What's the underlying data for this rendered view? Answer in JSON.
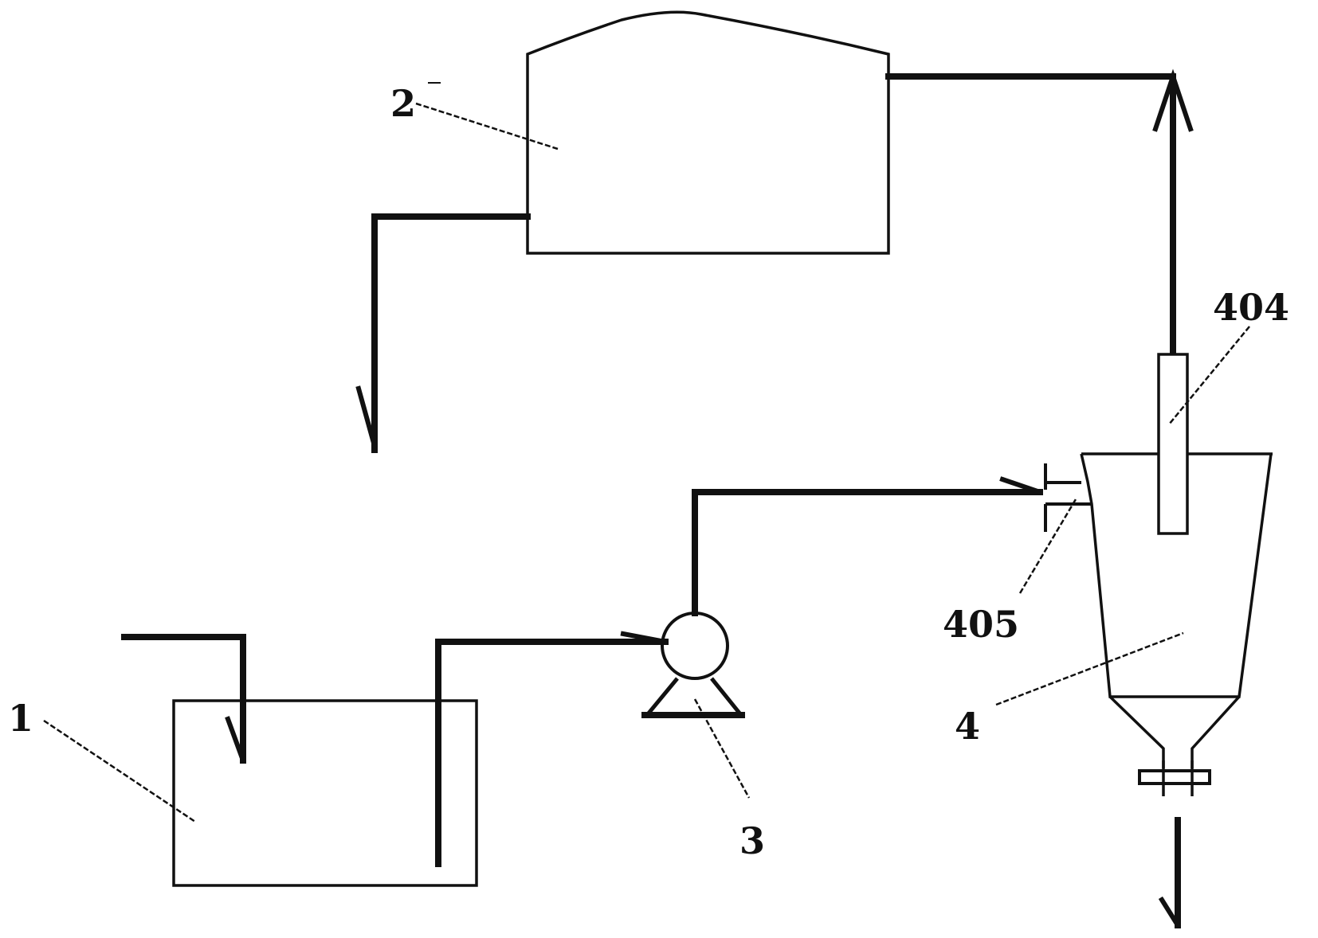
{
  "labels": {
    "tank_1": "1",
    "tank_2": "2",
    "pump_3": "3",
    "separator_4": "4",
    "tube_404": "404",
    "inlet_405": "405"
  },
  "colors": {
    "line": "#111111",
    "background": "#ffffff"
  }
}
